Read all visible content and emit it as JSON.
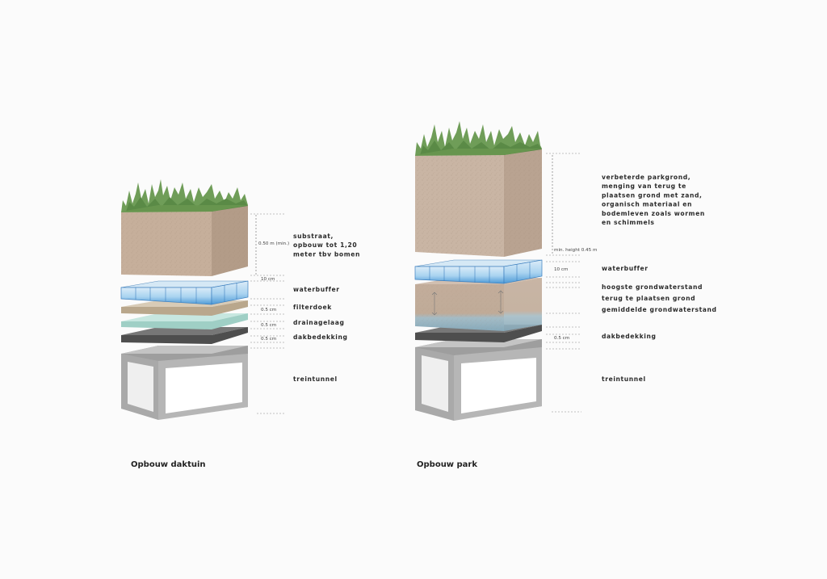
{
  "colors": {
    "background": "#fbfbfb",
    "grass": "#6a9a55",
    "soil": "#c3ac98",
    "park_soil": "#c7b2a1",
    "waterbuffer": "#b7d8ee",
    "filterdoek": "#c9b9a2",
    "drainagelaag": "#b9dcd5",
    "dakbedekking": "#5b5b5b",
    "groundwater": "#9bb8c5",
    "tunnel": "#b4b4b4"
  },
  "left": {
    "caption": "Opbouw daktuin",
    "icons": [
      "grass-icon"
    ],
    "labels": {
      "substraat": "substraat,\nopbouw tot 1,20\nmeter tbv bomen",
      "waterbuffer": "waterbuffer",
      "filterdoek": "filterdoek",
      "drainagelaag": "drainagelaag",
      "dakbedekking": "dakbedekking",
      "treintunnel": "treintunnel"
    },
    "dims": {
      "substraat": "0.50 m (min.)",
      "waterbuffer": "10 cm",
      "filterdoek": "0.5 cm",
      "drainagelaag": "0.5 cm",
      "dakbedekking": "0.5 cm"
    }
  },
  "right": {
    "caption": "Opbouw park",
    "icons": [
      "grass-icon"
    ],
    "labels": {
      "parkgrond": "verbeterde parkgrond,\nmenging van terug te\nplaatsen grond met zand,\norganisch materiaal en\nbodemleven zoals wormen\nen schimmels",
      "waterbuffer": "waterbuffer",
      "hoogste": "hoogste grondwaterstand",
      "terug": "terug te plaatsen grond",
      "gemiddelde": "gemiddelde grondwaterstand",
      "dakbedekking": "dakbedekking",
      "treintunnel": "treintunnel"
    },
    "dims": {
      "parkgrond": "min. height 0.45 m",
      "waterbuffer": "10 cm",
      "dakbedekking": "0.5 cm"
    }
  }
}
